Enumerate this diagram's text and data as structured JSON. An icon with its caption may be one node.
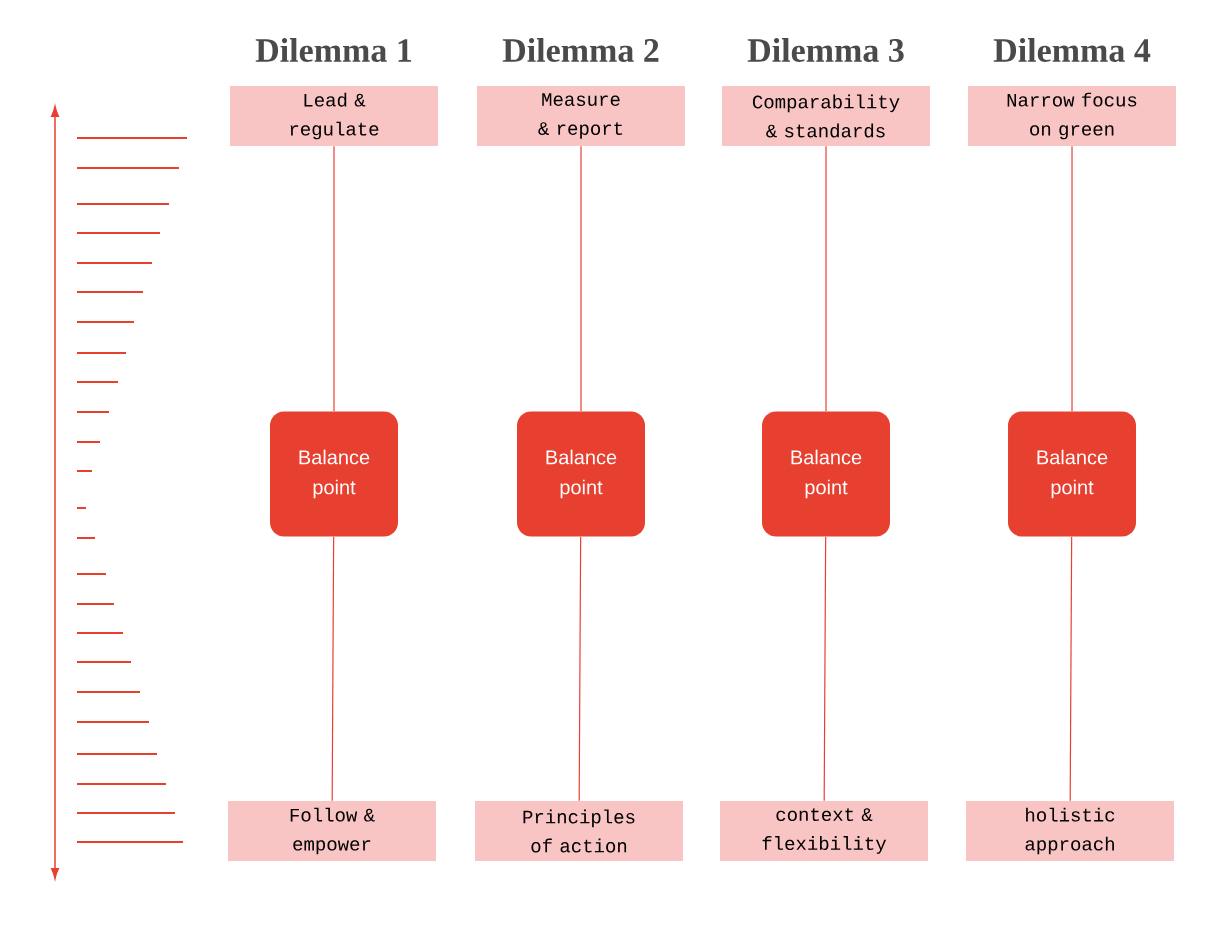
{
  "diagram": {
    "nodes": [
      {
        "text": [
          "Lead & regulate"
        ]
      },
      {
        "text": [
          "Measure & report"
        ]
      },
      {
        "text": [
          "Comparability & standards"
        ]
      },
      {
        "text": [
          "Narrow focus on green"
        ]
      },
      {
        "text": [
          "Balance point"
        ]
      },
      {
        "text": [
          "Balance point"
        ]
      },
      {
        "text": [
          "Balance point"
        ]
      },
      {
        "text": [
          "Balance point"
        ]
      },
      {
        "text": [
          "Follow & empower"
        ]
      },
      {
        "text": [
          "Principles of action"
        ]
      },
      {
        "text": [
          "context & flexibility"
        ]
      },
      {
        "text": [
          "holistic approach"
        ]
      }
    ],
    "edges": [
      {
        "from": 0,
        "to": 4,
        "arrow": "none"
      },
      {
        "from": 1,
        "to": 5,
        "arrow": "none"
      },
      {
        "from": 2,
        "to": 6,
        "arrow": "none"
      },
      {
        "from": 3,
        "to": 7,
        "arrow": "none"
      },
      {
        "from": 4,
        "to": 8,
        "arrow": "none"
      },
      {
        "from": 5,
        "to": 9,
        "arrow": "none"
      },
      {
        "from": 6,
        "to": 10,
        "arrow": "none"
      },
      {
        "from": 7,
        "to": 11,
        "arrow": "none"
      }
    ],
    "labels": [
      "Dilemma 1",
      "Dilemma 2",
      "Dilemma 3",
      "Dilemma 4"
    ]
  }
}
